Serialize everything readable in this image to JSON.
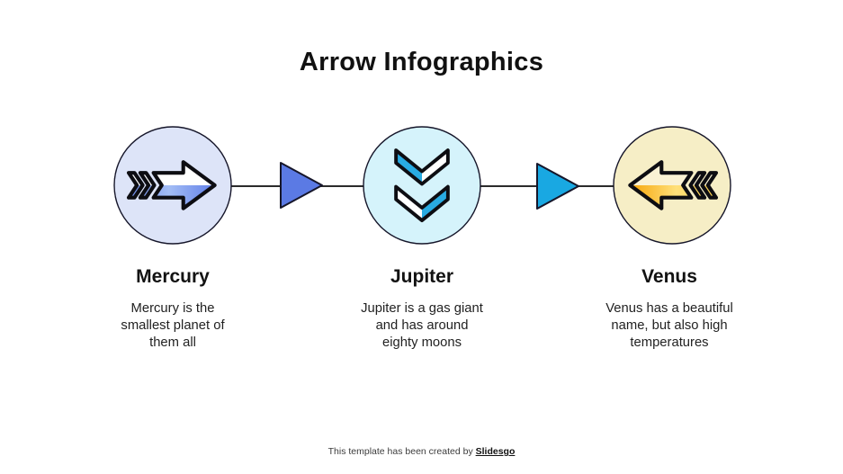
{
  "slide": {
    "title": "Arrow Infographics",
    "background_color": "#ffffff"
  },
  "planets": [
    {
      "name": "Mercury",
      "description": "Mercury is the\nsmallest planet of\nthem all",
      "icon": "fast-forward-arrow-right-icon",
      "circle_fill": "#dde4f8",
      "accent_color": "#5d7ce8"
    },
    {
      "name": "Jupiter",
      "description": "Jupiter is a gas giant\nand has around\neighty moons",
      "icon": "double-chevron-down-icon",
      "circle_fill": "#d5f3fb",
      "accent_color": "#29abe2"
    },
    {
      "name": "Venus",
      "description": "Venus has a beautiful\nname, but also high\ntemperatures",
      "icon": "fast-backward-arrow-left-icon",
      "circle_fill": "#f6eec6",
      "accent_color": "#f5a000"
    }
  ],
  "connectors": [
    {
      "icon": "triangle-right-icon",
      "fill": "#5b7ae4"
    },
    {
      "icon": "triangle-right-icon",
      "fill": "#19a8e2"
    }
  ],
  "footer": {
    "text": "This template has been created by ",
    "brand": "Slidesgo"
  }
}
